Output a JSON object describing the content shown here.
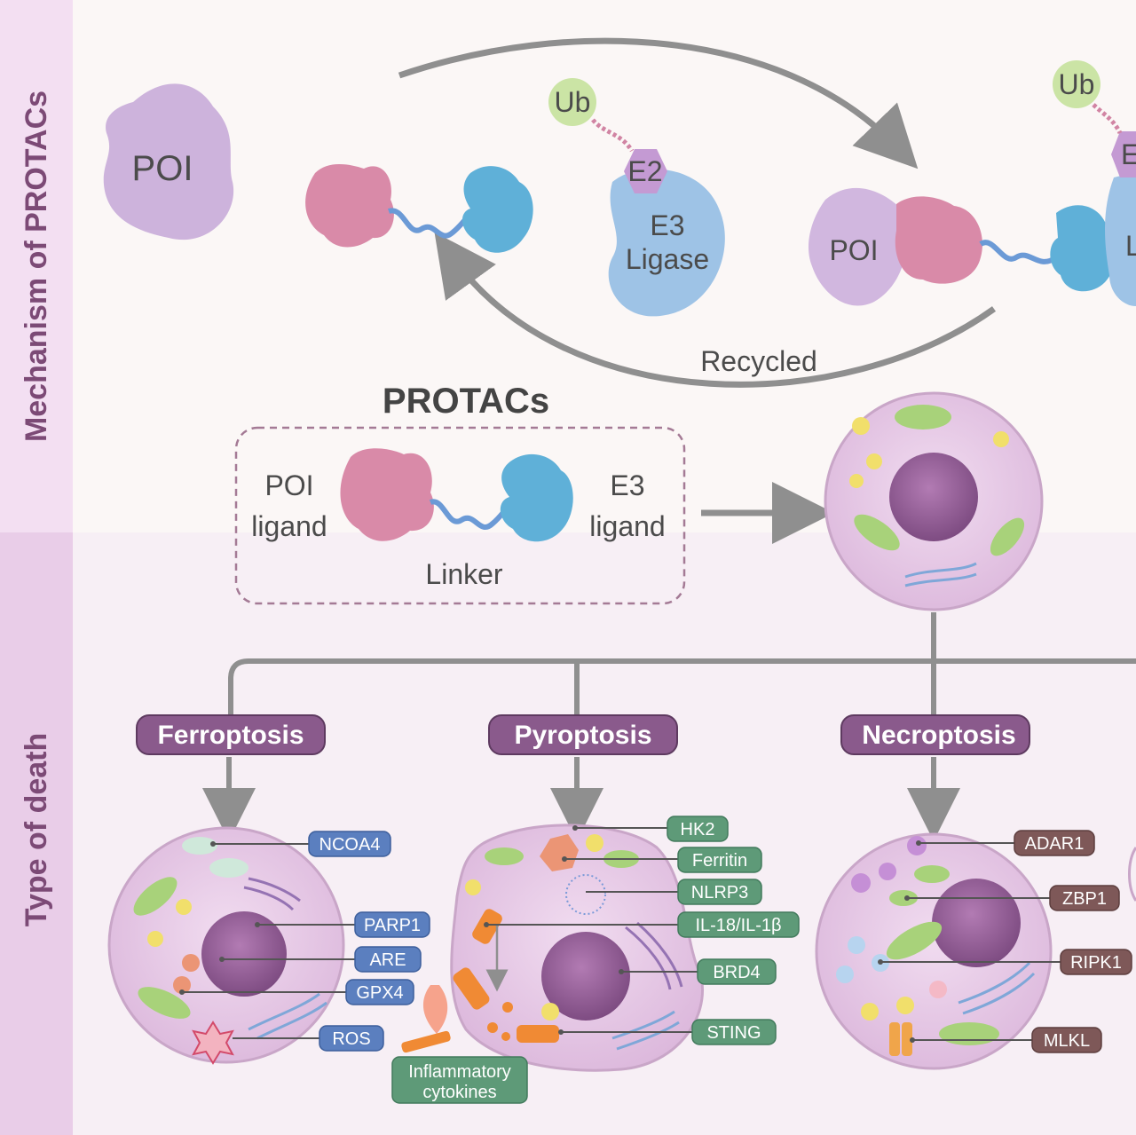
{
  "sections": {
    "mechanism_label": "Mechanism of PROTACs",
    "death_label": "Type of death"
  },
  "mechanism": {
    "poi_label": "POI",
    "ub_label": "Ub",
    "e2_label": "E2",
    "e3_ligase_label_line1": "E3",
    "e3_ligase_label_line2": "Ligase",
    "complex_poi_label": "POI",
    "complex_ub_label": "Ub",
    "complex_e_label": "E",
    "complex_l_label": "L",
    "recycled_label": "Recycled"
  },
  "protacs": {
    "title": "PROTACs",
    "poi_ligand_line1": "POI",
    "poi_ligand_line2": "ligand",
    "e3_ligand_line1": "E3",
    "e3_ligand_line2": "ligand",
    "linker_label": "Linker"
  },
  "death_types": [
    {
      "name": "Ferroptosis",
      "tags": [
        "NCOA4",
        "PARP1",
        "ARE",
        "GPX4",
        "ROS"
      ],
      "tag_color": "#5b7fbf"
    },
    {
      "name": "Pyroptosis",
      "tags": [
        "HK2",
        "Ferritin",
        "NLRP3",
        "IL-18/IL-1β",
        "BRD4",
        "STING"
      ],
      "extra_tag": "Inflammatory cytokines",
      "tag_color": "#5e9a78"
    },
    {
      "name": "Necroptosis",
      "tags": [
        "ADAR1",
        "ZBP1",
        "RIPK1",
        "MLKL"
      ],
      "tag_color": "#7e5858"
    }
  ],
  "colors": {
    "pill": "#8a5a8c",
    "arrow": "#8f8f8f",
    "cell_fill": "#e7cbe6",
    "nucleus": "#9a5f9c"
  }
}
